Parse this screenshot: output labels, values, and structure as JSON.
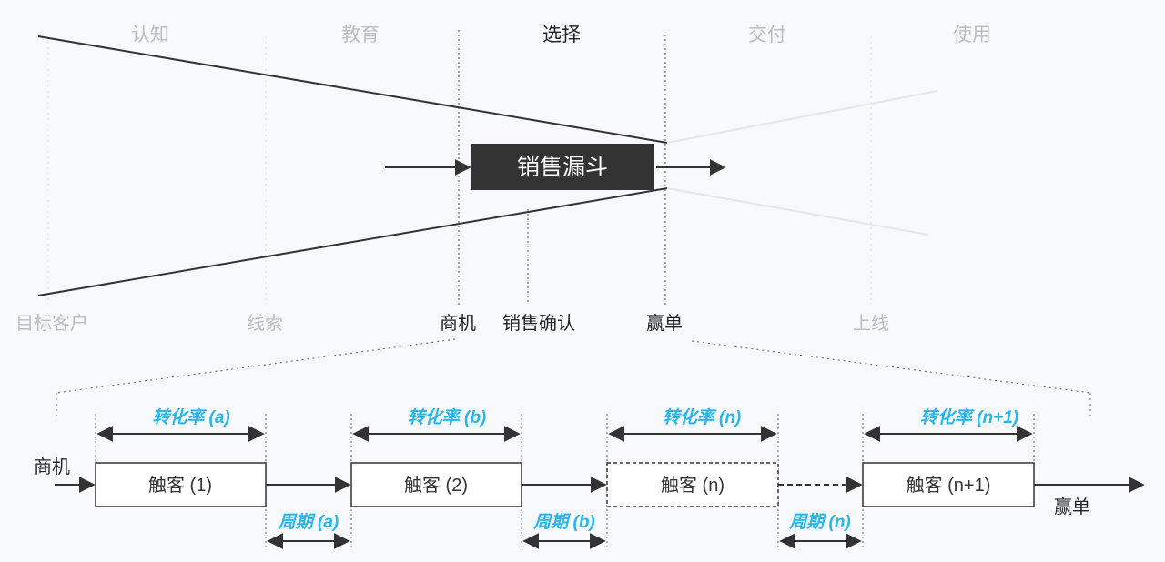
{
  "colors": {
    "background": "#f7f9fc",
    "active_text": "#222222",
    "faded_text": "#bdbdbd",
    "funnel_box": "#333333",
    "funnel_box_text": "#ffffff",
    "accent_cyan": "#29b6e8",
    "line": "#333333"
  },
  "stages": [
    {
      "label": "认知",
      "active": false
    },
    {
      "label": "教育",
      "active": false
    },
    {
      "label": "选择",
      "active": true
    },
    {
      "label": "交付",
      "active": false
    },
    {
      "label": "使用",
      "active": false
    }
  ],
  "funnel": {
    "title": "销售漏斗"
  },
  "milestones": [
    {
      "label": "目标客户",
      "active": false
    },
    {
      "label": "线索",
      "active": false
    },
    {
      "label": "商机",
      "active": true
    },
    {
      "label": "销售确认",
      "active": true
    },
    {
      "label": "赢单",
      "active": true
    },
    {
      "label": "上线",
      "active": false
    }
  ],
  "flow": {
    "start_label": "商机",
    "end_label": "赢单",
    "touchpoints": [
      "触客 (1)",
      "触客 (2)",
      "触客 (n)",
      "触客 (n+1)"
    ],
    "rates": [
      "转化率 (a)",
      "转化率 (b)",
      "转化率 (n)",
      "转化率 (n+1)"
    ],
    "periods": [
      "周期 (a)",
      "周期 (b)",
      "周期 (n)"
    ]
  }
}
